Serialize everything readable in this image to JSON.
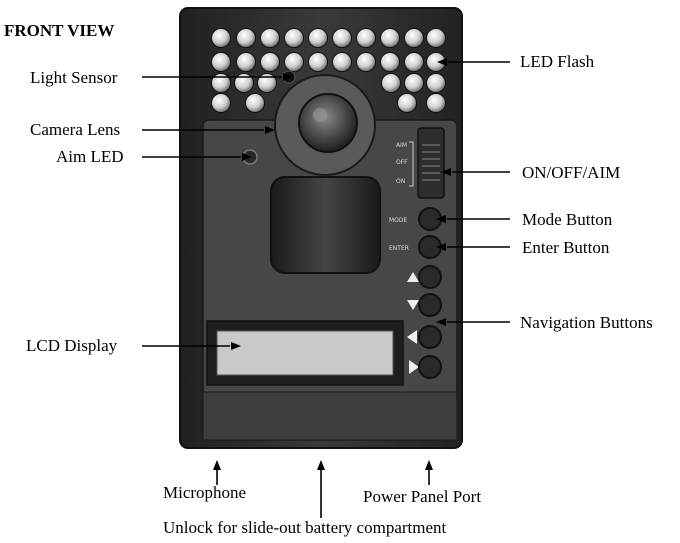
{
  "diagram": {
    "heading": "FRONT VIEW",
    "labels": {
      "light_sensor": "Light Sensor",
      "camera_lens": "Camera Lens",
      "aim_led": "Aim LED",
      "lcd_display": "LCD Display",
      "led_flash": "LED Flash",
      "on_off_aim": "ON/OFF/AIM",
      "mode_button": "Mode Button",
      "enter_button": "Enter Button",
      "navigation_buttons": "Navigation Buttons",
      "microphone": "Microphone",
      "power_panel_port": "Power Panel Port",
      "battery_unlock": "Unlock for slide-out battery compartment"
    },
    "device_text": {
      "switch_aim": "AIM",
      "switch_off": "OFF",
      "switch_on": "ON",
      "mode": "MODE",
      "enter": "ENTER"
    },
    "colors": {
      "housing": "#2b2b2b",
      "panel": "#4a4a4a",
      "led": "#cfcfcf",
      "lcd": "#c9c9c9"
    }
  }
}
